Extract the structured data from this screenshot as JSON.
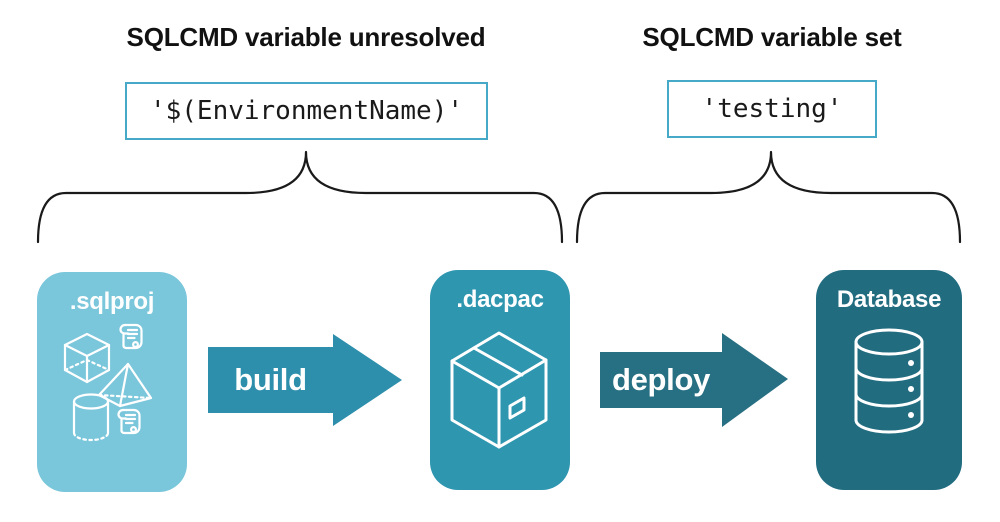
{
  "left_group": {
    "title": "SQLCMD variable unresolved",
    "code": "'$(EnvironmentName)'"
  },
  "right_group": {
    "title": "SQLCMD variable set",
    "code": "'testing'"
  },
  "pipeline": {
    "sqlproj_label": ".sqlproj",
    "build_label": "build",
    "dacpac_label": ".dacpac",
    "deploy_label": "deploy",
    "database_label": "Database"
  },
  "icons": {
    "sqlproj_contents": [
      "scroll-icon",
      "cube-icon",
      "pyramid-icon",
      "cylinder-icon",
      "scroll-icon"
    ],
    "dacpac": "package-box-icon",
    "database": "database-cylinder-icon"
  },
  "colors": {
    "background": "#FFFFFF",
    "heading_text": "#111111",
    "code_text": "#1A1A1A",
    "code_border": "#46A9C7",
    "brace_stroke": "#1A1A1A",
    "sqlproj_bg": "#7AC6DB",
    "dacpac_bg": "#2F96B0",
    "database_bg": "#226C80",
    "build_arrow": "#2E8FAC",
    "deploy_arrow": "#276F82",
    "icon_stroke": "#FFFFFF"
  }
}
